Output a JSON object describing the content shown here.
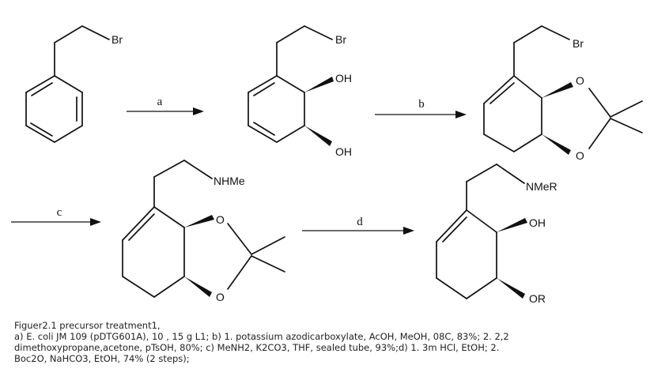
{
  "scheme": {
    "labels": {
      "br": "Br",
      "oh": "OH",
      "o": "O",
      "nhme": "NHMe",
      "nmer": "NMeR",
      "or": "OR"
    },
    "arrows": {
      "a": "a",
      "b": "b",
      "c": "c",
      "d": "d"
    }
  },
  "caption": {
    "title": "Figuer2.1 precursor treatment1,",
    "line1": "a) E. coli JM 109 (pDTG601A), 10 , 15 g L1; b) 1. potassium azodicarboxylate, AcOH, MeOH, 08C, 83%; 2. 2,2",
    "line2": "dimethoxypropane,acetone, pTsOH, 80%; c) MeNH2, K2CO3, THF, sealed tube, 93%;d) 1. 3m HCl, EtOH; 2.",
    "line3": "Boc2O, NaHCO3, EtOH, 74% (2 steps);"
  }
}
